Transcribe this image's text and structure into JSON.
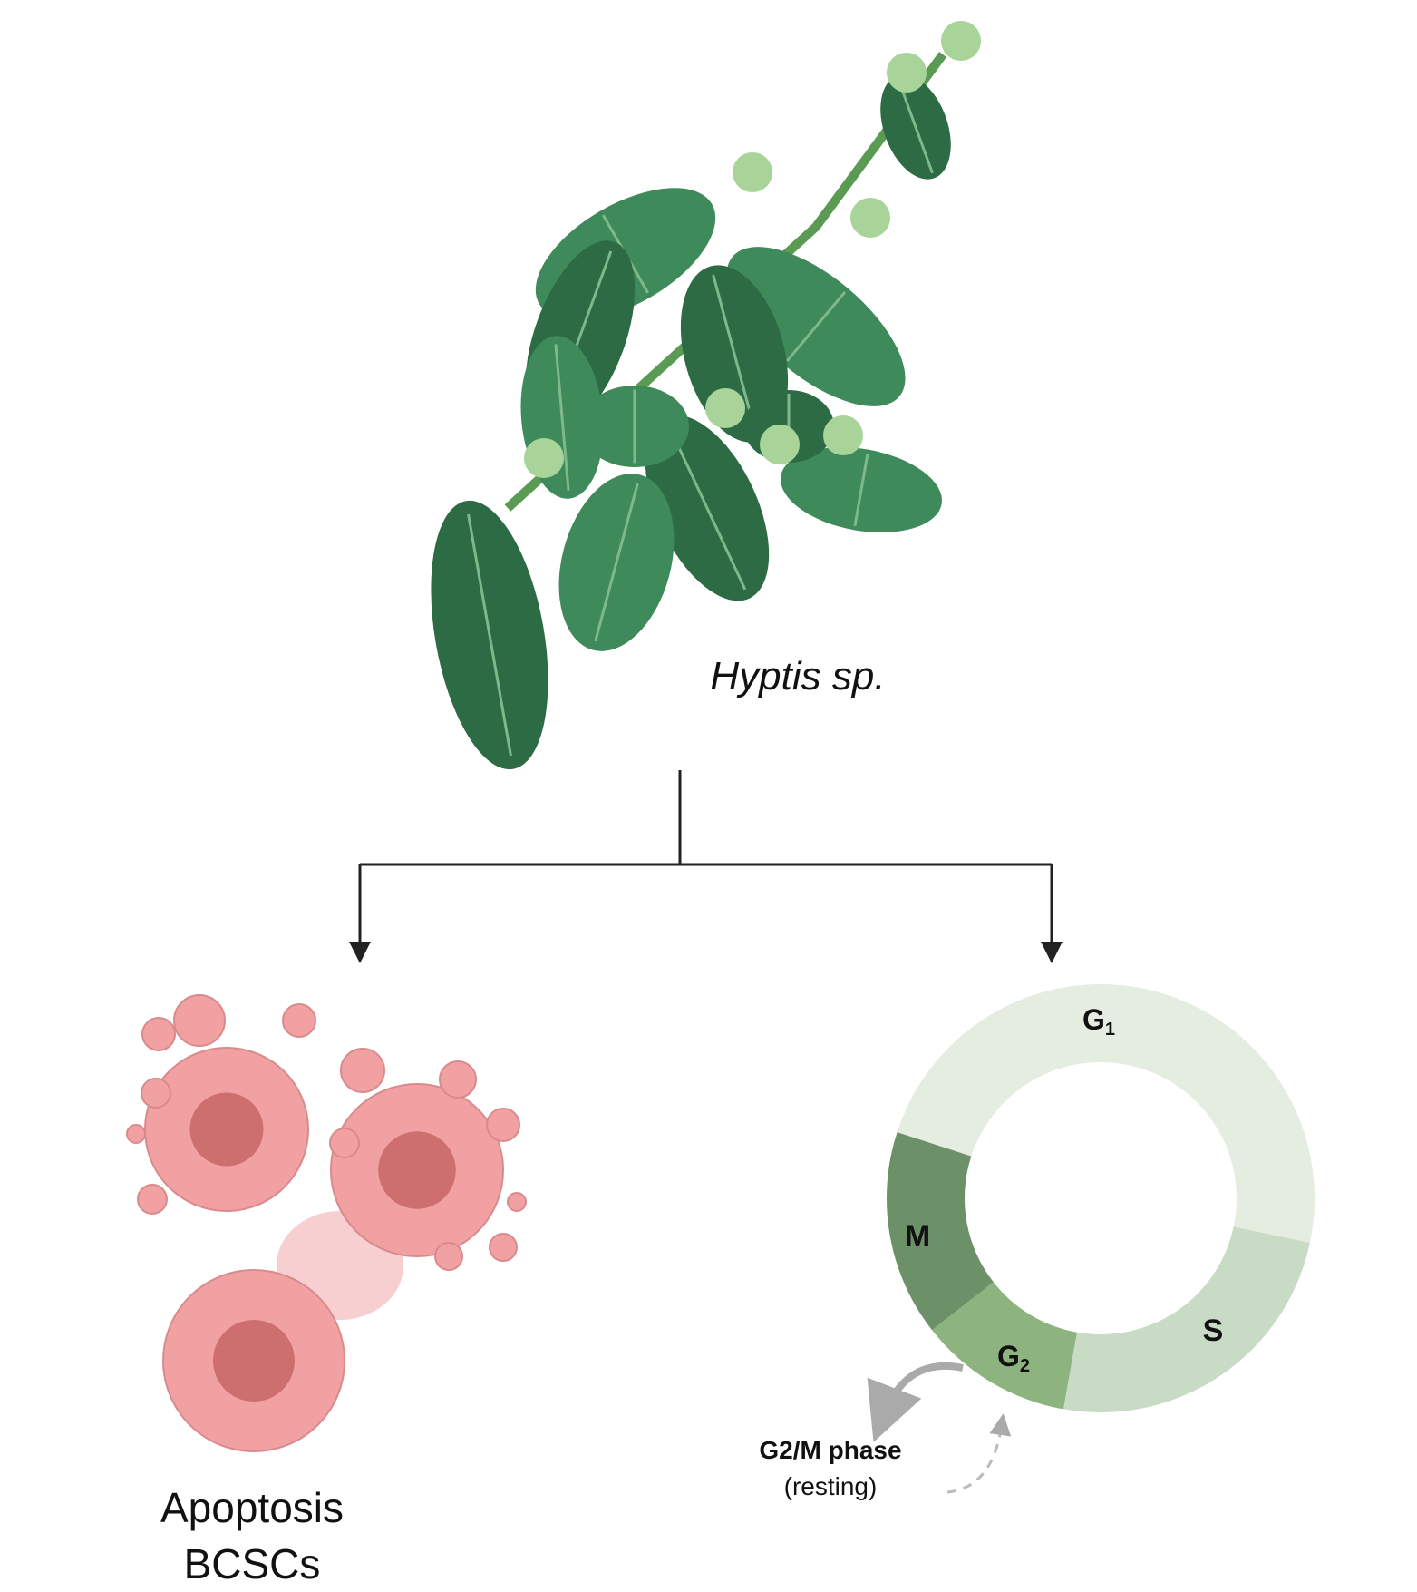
{
  "plant": {
    "name": "Hyptis sp."
  },
  "outcomes": {
    "apoptosis": {
      "line1": "Apoptosis",
      "line2": "BCSCs"
    },
    "cell_cycle": {
      "phases": [
        {
          "name": "G",
          "sub": "1",
          "color": "#e4eddf"
        },
        {
          "name": "S",
          "sub": "",
          "color": "#c8dbc4"
        },
        {
          "name": "G",
          "sub": "2",
          "color": "#8db47f"
        },
        {
          "name": "M",
          "sub": "",
          "color": "#6c9168"
        }
      ],
      "arrest_label": "G2/M phase",
      "arrest_note": "(resting)"
    }
  },
  "colors": {
    "cell": "#f2a1a3",
    "nucleus": "#cd6e6f",
    "leaf": "#3f8a5a",
    "leaf_dark": "#2c6b44",
    "arrow": "#222222"
  }
}
